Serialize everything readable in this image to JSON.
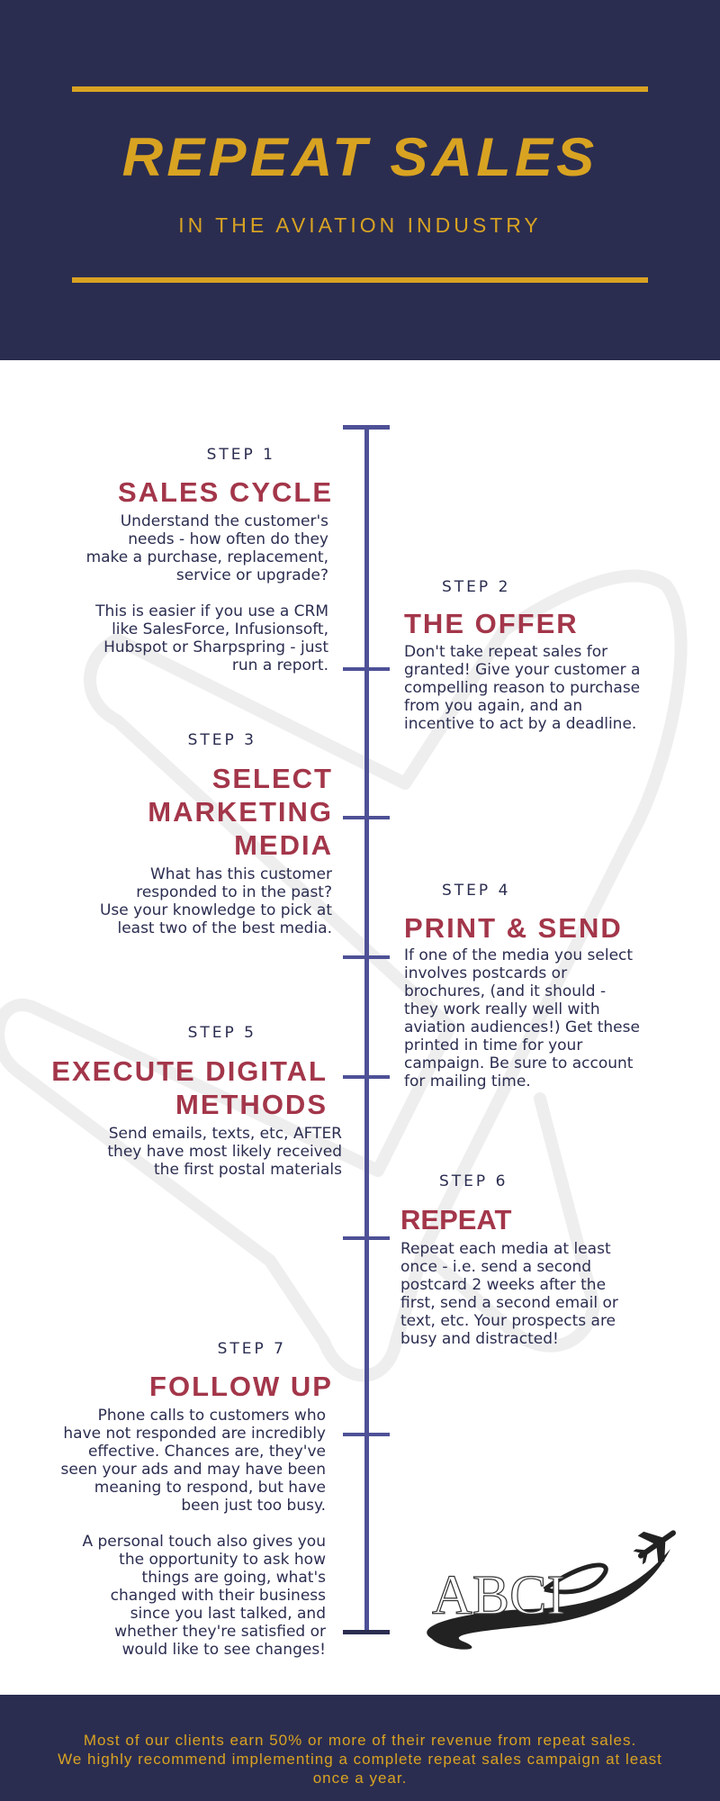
{
  "header": {
    "title": "REPEAT SALES",
    "subtitle": "IN THE AVIATION INDUSTRY"
  },
  "colors": {
    "navy": "#2b2d50",
    "gold": "#d9a322",
    "crimson": "#a3364a",
    "timeline": "#4e5196"
  },
  "steps": [
    {
      "label": "STEP 1",
      "title": "SALES CYCLE",
      "body": "Understand the customer's\nneeds - how often do they\nmake a purchase, replacement,\nservice or upgrade?\n\nThis is easier if you use a CRM\nlike SalesForce, Infusionsoft,\nHubspot or Sharpspring - just\nrun a report."
    },
    {
      "label": "STEP 2",
      "title": "THE OFFER",
      "body": "Don't take repeat sales for\ngranted!  Give your customer a\ncompelling reason to purchase\nfrom you again, and an\nincentive to act by a deadline."
    },
    {
      "label": "STEP 3",
      "title": "SELECT\nMARKETING\nMEDIA",
      "body": "What has this customer\nresponded to in the past?\nUse your knowledge to pick at\nleast two of the best media."
    },
    {
      "label": "STEP 4",
      "title": "PRINT & SEND",
      "body": "If one of the media you select\ninvolves postcards or\nbrochures, (and it should -\nthey work really well with\naviation audiences!) Get these\nprinted in time for your\ncampaign. Be sure to account\nfor mailing time."
    },
    {
      "label": "STEP 5",
      "title": "EXECUTE  DIGITAL\nMETHODS",
      "body": "Send emails, texts, etc, AFTER\nthey have most likely received\nthe first postal materials"
    },
    {
      "label": "STEP 6",
      "title": "REPEAT",
      "body": "Repeat each media at least\nonce - i.e. send a second\npostcard 2 weeks after the\nfirst, send a second email or\ntext, etc.  Your prospects are\nbusy and distracted!"
    },
    {
      "label": "STEP 7",
      "title": "FOLLOW UP",
      "body": "Phone calls to customers who\nhave not responded are incredibly\neffective.  Chances are, they've\nseen your ads and may have been\nmeaning to respond, but have\nbeen just too busy.\n\nA personal touch also gives you\nthe opportunity to ask how\nthings are going, what's\nchanged with their business\nsince you last talked, and\nwhether they're satisfied or\nwould like to see changes!"
    }
  ],
  "logo": {
    "text": "ABCI",
    "icon": "airplane-icon"
  },
  "footer": {
    "text": "Most of our clients earn 50% or more of their revenue from repeat sales.\nWe highly recommend implementing a complete repeat sales campaign at least\nonce a year."
  }
}
